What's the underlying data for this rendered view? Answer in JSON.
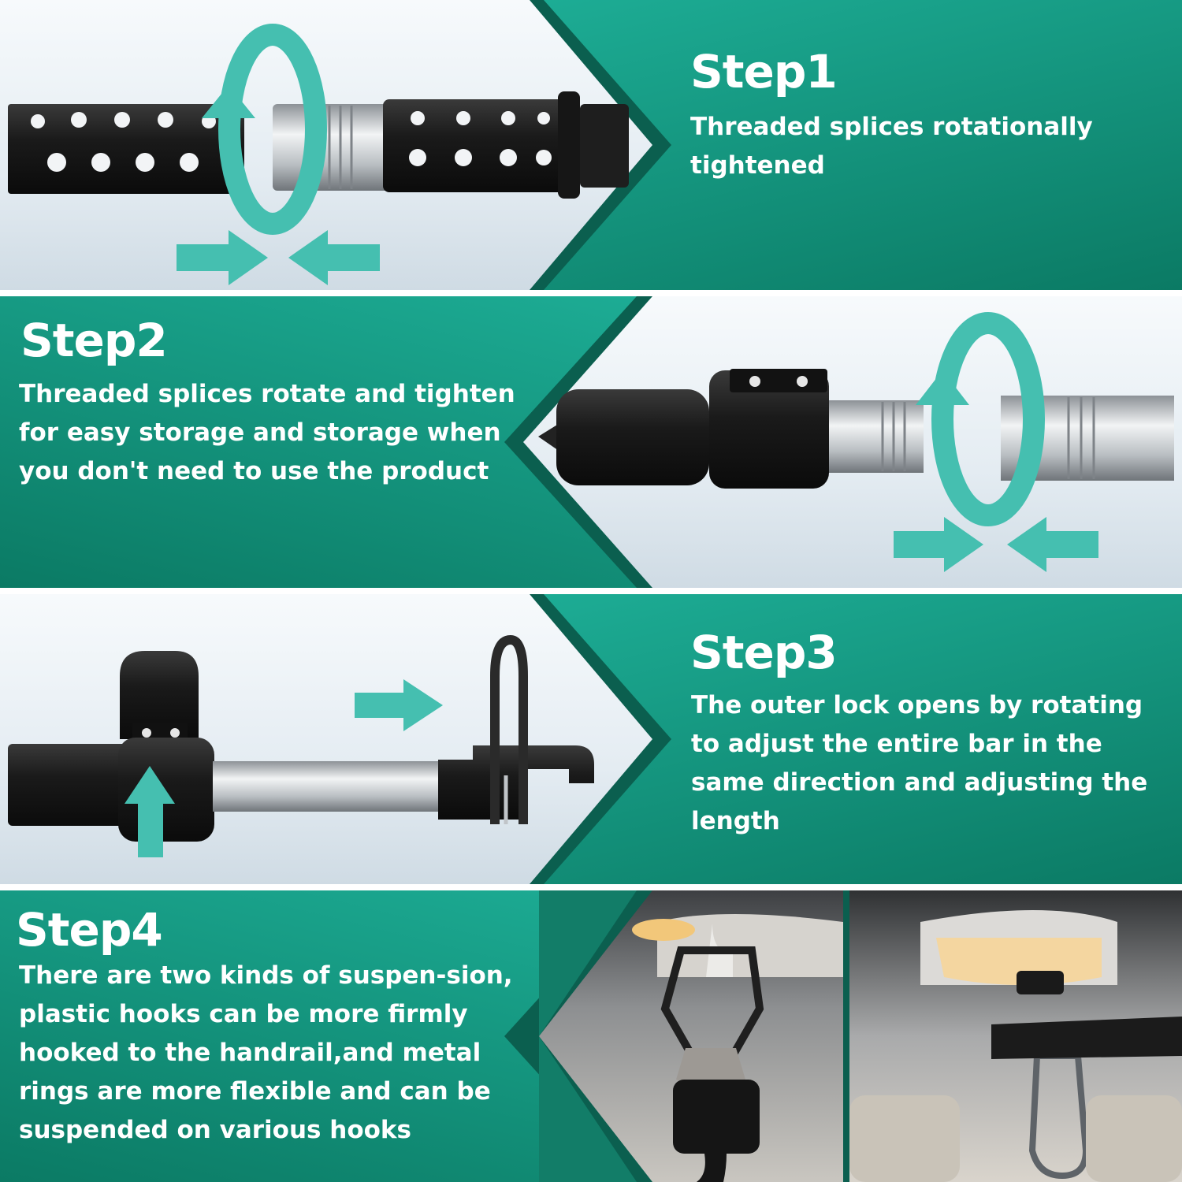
{
  "colors": {
    "teal_light": "#1fb7a0",
    "teal_dark": "#0d7f69",
    "arrow_teal": "#45bfb0",
    "rod_black": "#1b1b1b",
    "steel": "#c9cdd1",
    "sky": "#e9eff4"
  },
  "steps": [
    {
      "title": "Step1",
      "description": "Threaded splices rotationally tightened",
      "icons": [
        "rotate-arrow-icon",
        "push-arrow-right-icon",
        "push-arrow-left-icon"
      ]
    },
    {
      "title": "Step2",
      "description": "Threaded splices rotate and tighten for easy storage and storage when you don't need to use the product",
      "icons": [
        "rotate-arrow-icon",
        "push-arrow-right-icon",
        "push-arrow-left-icon"
      ]
    },
    {
      "title": "Step3",
      "description": "The outer lock opens by rotating to adjust the entire bar in the same direction and adjusting the length",
      "icons": [
        "slide-arrow-right-icon",
        "push-arrow-up-icon"
      ]
    },
    {
      "title": "Step4",
      "description": "There are two kinds of suspen-sion, plastic hooks can be more firmly hooked to the handrail,and metal rings are more flexible and can be suspended on various hooks",
      "icons": []
    }
  ]
}
